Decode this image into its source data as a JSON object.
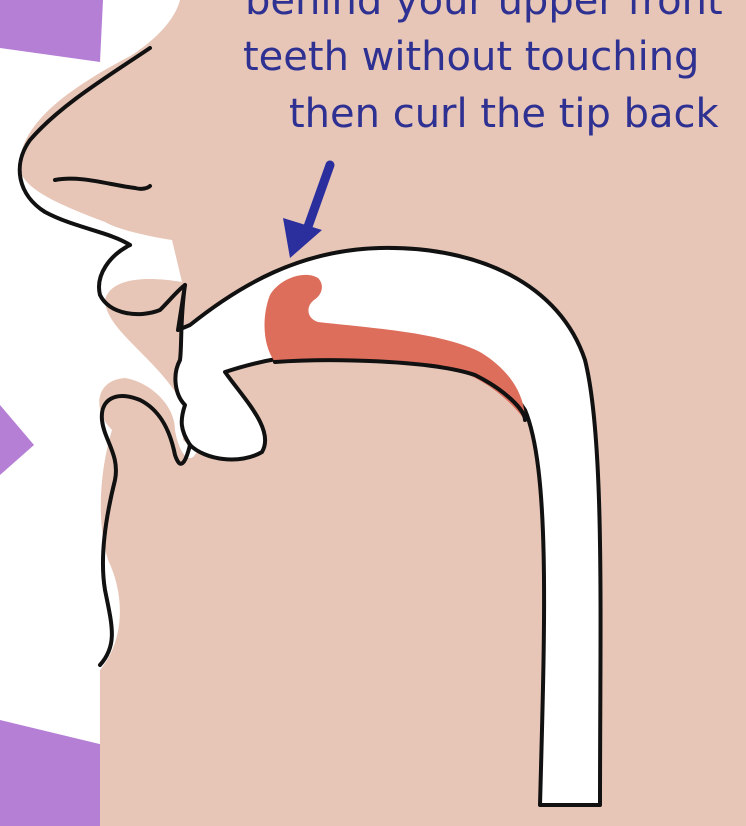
{
  "caption": {
    "lines": [
      "behind your upper front",
      "teeth without touching",
      "then curl the tip back"
    ]
  },
  "colors": {
    "background": "#ffffff",
    "skin": "#e7c6b7",
    "tongue": "#dd6e5c",
    "outline": "#111111",
    "arrow": "#2b2f9e",
    "decor": "#b57fd6",
    "caption": "#2e3192"
  },
  "icons": {
    "pointer": "arrow-down-left-icon"
  }
}
